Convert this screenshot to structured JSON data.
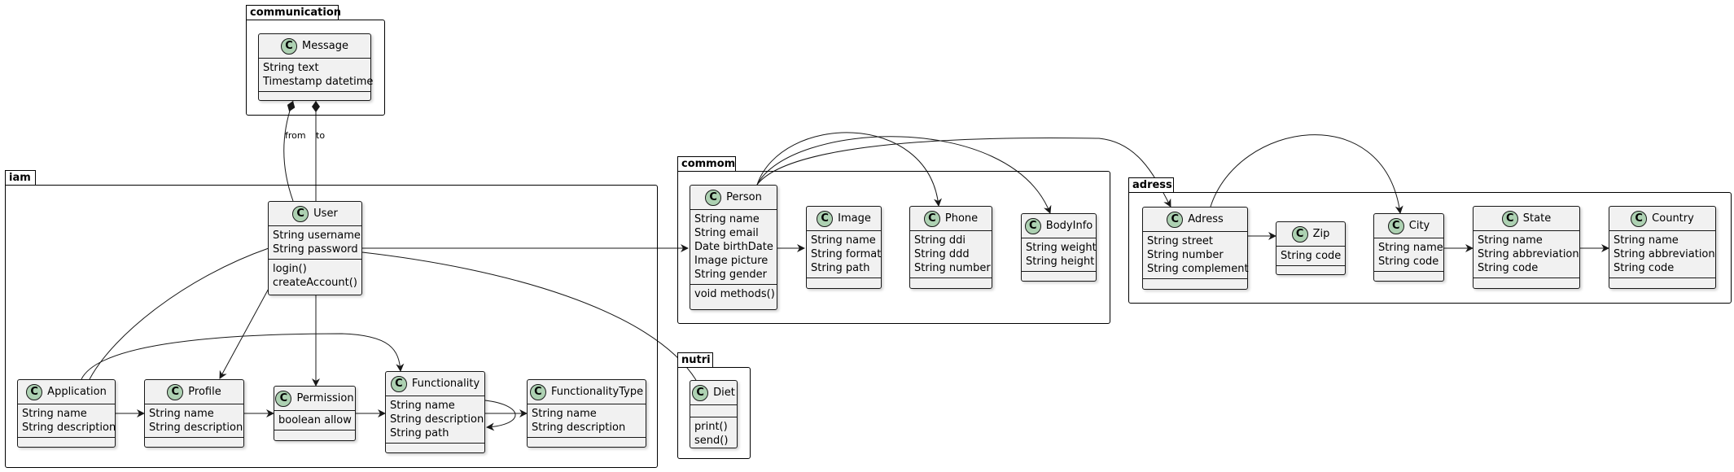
{
  "packages": {
    "communication": "communication",
    "iam": "iam",
    "commom": "commom",
    "nutri": "nutri",
    "adress": "adress"
  },
  "classes": {
    "message": {
      "name": "Message",
      "icon": "C",
      "attrs": [
        "String text",
        "Timestamp datetime"
      ],
      "methods": []
    },
    "user": {
      "name": "User",
      "icon": "C",
      "attrs": [
        "String username",
        "String password"
      ],
      "methods": [
        "login()",
        "createAccount()"
      ]
    },
    "application": {
      "name": "Application",
      "icon": "C",
      "attrs": [
        "String name",
        "String description"
      ],
      "methods": []
    },
    "profile": {
      "name": "Profile",
      "icon": "C",
      "attrs": [
        "String name",
        "String description"
      ],
      "methods": []
    },
    "permission": {
      "name": "Permission",
      "icon": "C",
      "attrs": [
        "boolean allow"
      ],
      "methods": []
    },
    "functionality": {
      "name": "Functionality",
      "icon": "C",
      "attrs": [
        "String name",
        "String description",
        "String path"
      ],
      "methods": []
    },
    "functionalitytype": {
      "name": "FunctionalityType",
      "icon": "C",
      "attrs": [
        "String name",
        "String description"
      ],
      "methods": []
    },
    "person": {
      "name": "Person",
      "icon": "C",
      "attrs": [
        "String name",
        "String email",
        "Date birthDate",
        "Image picture",
        "String gender"
      ],
      "methods": [
        "void methods()"
      ]
    },
    "image": {
      "name": "Image",
      "icon": "C",
      "attrs": [
        "String name",
        "String format",
        "String path"
      ],
      "methods": []
    },
    "phone": {
      "name": "Phone",
      "icon": "C",
      "attrs": [
        "String ddi",
        "String ddd",
        "String number"
      ],
      "methods": []
    },
    "bodyinfo": {
      "name": "BodyInfo",
      "icon": "C",
      "attrs": [
        "String weight",
        "String height"
      ],
      "methods": []
    },
    "diet": {
      "name": "Diet",
      "icon": "C",
      "attrs": [],
      "methods": [
        "print()",
        "send()"
      ]
    },
    "adress": {
      "name": "Adress",
      "icon": "C",
      "attrs": [
        "String street",
        "String number",
        "String complement"
      ],
      "methods": []
    },
    "zip": {
      "name": "Zip",
      "icon": "C",
      "attrs": [
        "String code"
      ],
      "methods": []
    },
    "city": {
      "name": "City",
      "icon": "C",
      "attrs": [
        "String name",
        "String code"
      ],
      "methods": []
    },
    "state": {
      "name": "State",
      "icon": "C",
      "attrs": [
        "String name",
        "String abbreviation",
        "String code"
      ],
      "methods": []
    },
    "country": {
      "name": "Country",
      "icon": "C",
      "attrs": [
        "String name",
        "String abbreviation",
        "String code"
      ],
      "methods": []
    }
  },
  "edge_labels": {
    "from": "from",
    "to": "to"
  },
  "colors": {
    "class_fill": "#f1f1f1",
    "class_icon": "#add1b2",
    "line": "#181818"
  }
}
